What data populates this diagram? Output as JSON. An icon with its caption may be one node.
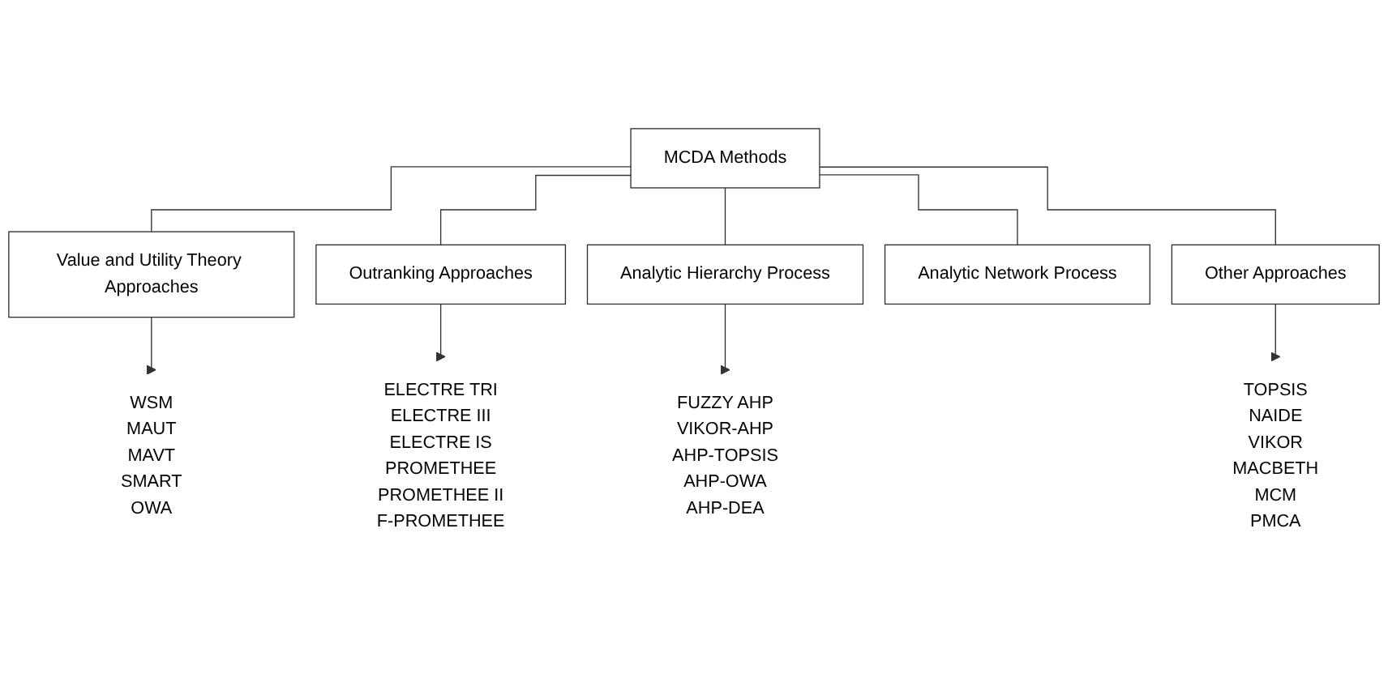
{
  "diagram": {
    "nodes": [
      {
        "text": [
          "MCDA Methods"
        ]
      },
      {
        "text": [
          "Value and Utility Theory Approaches"
        ]
      },
      {
        "text": [
          "Outranking Approaches"
        ]
      },
      {
        "text": [
          "Analytic Hierarchy Process"
        ]
      },
      {
        "text": [
          "Analytic Network Process"
        ]
      },
      {
        "text": [
          "Other Approaches"
        ]
      },
      {
        "text": [
          "WSM",
          "MAUT",
          "MAVT",
          "SMART",
          "OWA"
        ]
      },
      {
        "text": [
          "ELECTRE TRI",
          "ELECTRE III",
          "ELECTRE IS",
          "PROMETHEE",
          "PROMETHEE II",
          "F-PROMETHEE"
        ]
      },
      {
        "text": [
          "FUZZY AHP",
          "VIKOR-AHP",
          "AHP-TOPSIS",
          "AHP-OWA",
          "AHP-DEA"
        ]
      },
      {
        "text": [
          "TOPSIS",
          "NAIDE",
          "VIKOR",
          "MACBETH",
          "MCM",
          "PMCA"
        ]
      }
    ],
    "edges": [
      {
        "from": 0,
        "to": 1,
        "arrow": "none"
      },
      {
        "from": 0,
        "to": 2,
        "arrow": "none"
      },
      {
        "from": 0,
        "to": 3,
        "arrow": "none"
      },
      {
        "from": 0,
        "to": 4,
        "arrow": "none"
      },
      {
        "from": 0,
        "to": 5,
        "arrow": "none"
      },
      {
        "from": 1,
        "to": 6,
        "arrow": "to"
      },
      {
        "from": 2,
        "to": 7,
        "arrow": "to"
      },
      {
        "from": 3,
        "to": 8,
        "arrow": "to"
      },
      {
        "from": 5,
        "to": 9,
        "arrow": "to"
      }
    ]
  }
}
